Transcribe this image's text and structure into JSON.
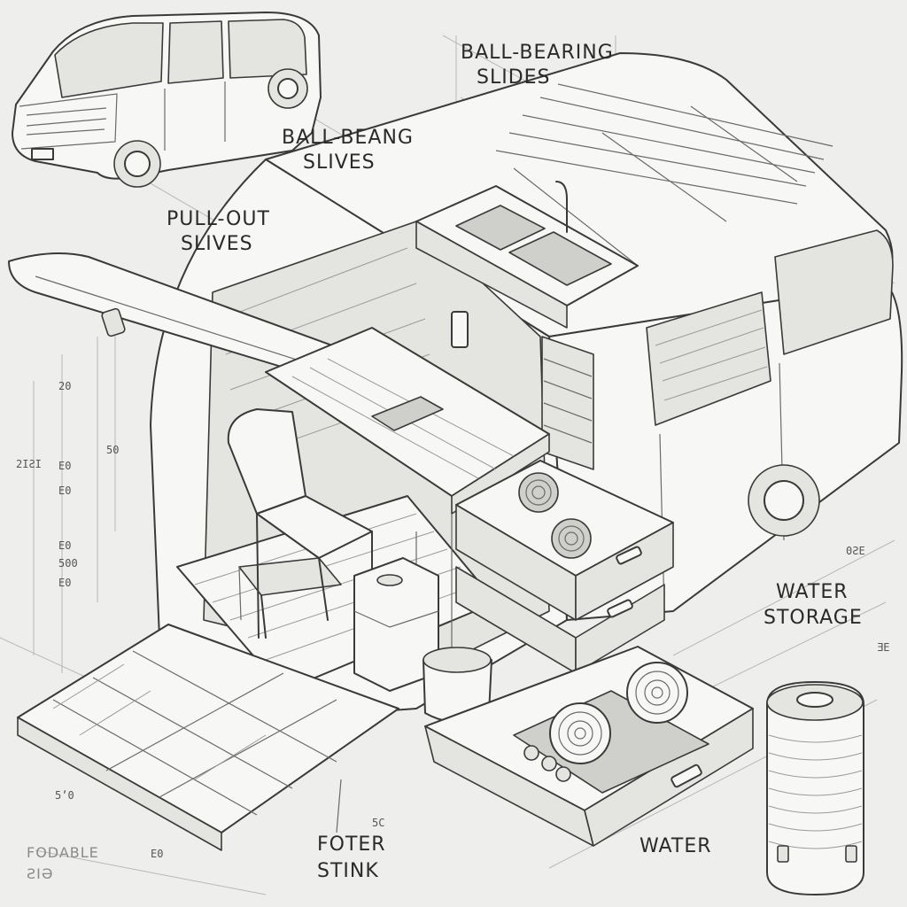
{
  "labels": {
    "ball_bearing_slides": "BALL-BEARING\nSLIDES",
    "ball_beang_slives": "BALL-BEANG\nSLIVES",
    "pull_out_slives": "PULL-OUT\nSLIVES",
    "water_storage": "WATER\nSTORAGE",
    "water": "WATER",
    "foter_stink": "FOTER\nSTINK",
    "fodable": "FODABLE",
    "fodable_sub": "ƧIƏ"
  },
  "dimension_marks": [
    "2IƧI",
    "20",
    "50",
    "E0",
    "E0",
    "E0",
    "500",
    "E0",
    "5ʼ0",
    "0ƧE",
    "ƎE",
    "5C",
    "E0"
  ],
  "illustration": {
    "subject": "camper-van",
    "style": "pencil-sketch",
    "colors": {
      "background": "#eeeeec",
      "ink": "#3a3a3a",
      "paper": "#f7f7f5"
    }
  }
}
